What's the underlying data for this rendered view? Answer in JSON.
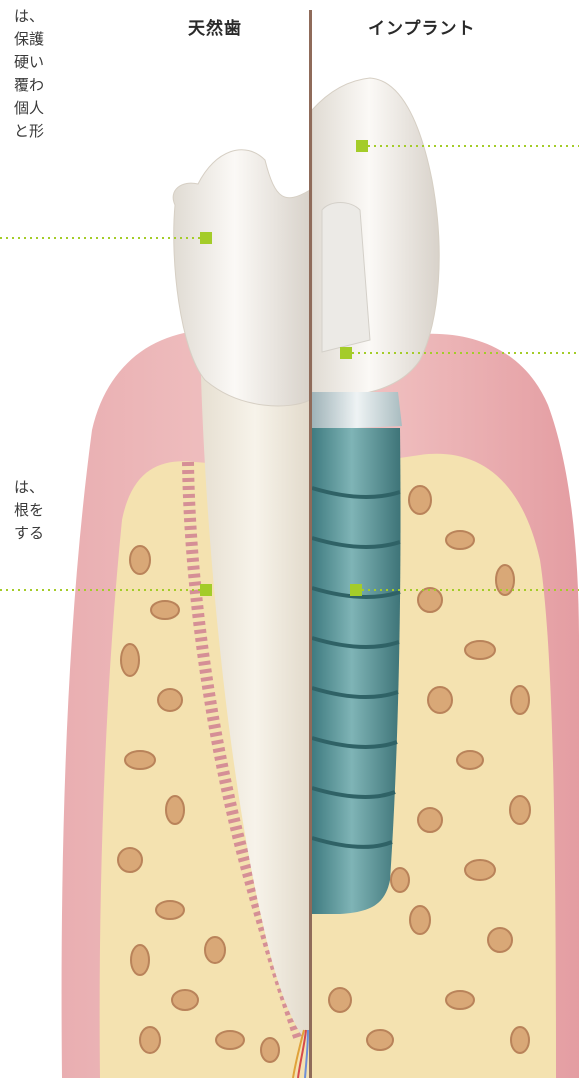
{
  "headings": {
    "natural": "天然歯",
    "implant": "インプラント"
  },
  "text_fragments": {
    "top": [
      "は、",
      "保護",
      "硬い",
      "覆わ",
      "個人",
      "と形"
    ],
    "middle": [
      "は、",
      "根を",
      "する"
    ]
  },
  "colors": {
    "marker": "#a4cc29",
    "divider": "#8f6b5a",
    "gum": "#e6a3a8",
    "bone": "#f4e2b0",
    "bone_pore": "#d7a574",
    "tooth": "#f4f1ec",
    "abutment": "#cbd7da",
    "fixture": "#5a979b"
  }
}
